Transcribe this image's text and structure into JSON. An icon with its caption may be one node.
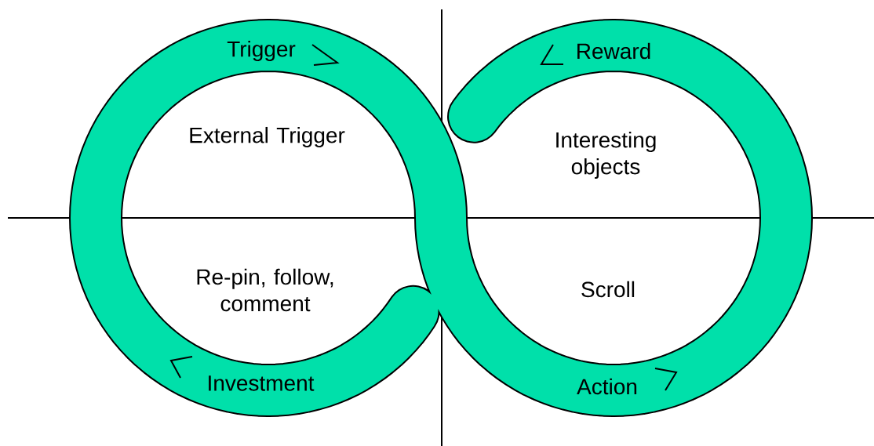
{
  "diagram": {
    "labels": [
      "Trigger",
      "Reward",
      "External Trigger",
      "Interesting objects",
      "Re-pin, follow, comment",
      "Scroll",
      "Investment",
      "Action"
    ]
  }
}
